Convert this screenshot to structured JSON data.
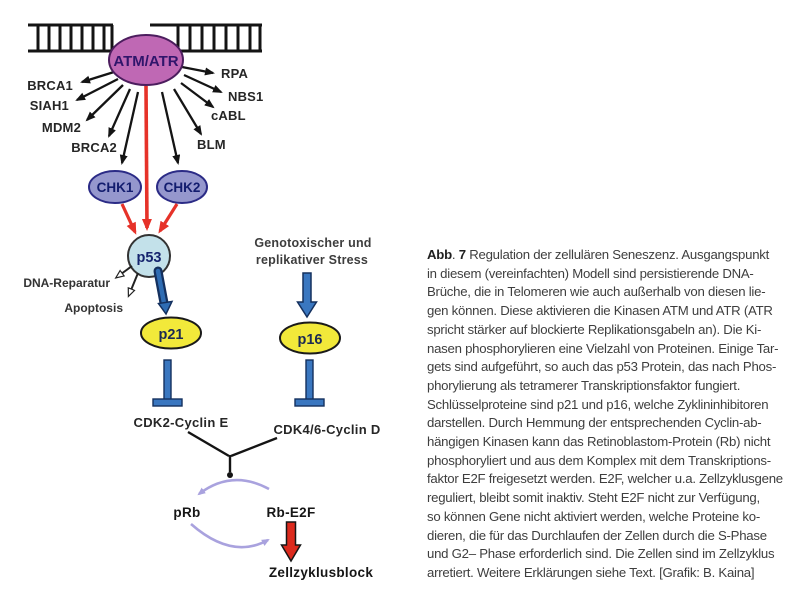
{
  "diagram": {
    "atm_atr": "ATM/ATR",
    "chk1": "CHK1",
    "chk2": "CHK2",
    "p53": "p53",
    "p21": "p21",
    "p16": "p16",
    "targets_left": [
      "BRCA1",
      "SIAH1",
      "MDM2",
      "BRCA2"
    ],
    "targets_right": [
      "RPA",
      "NBS1",
      "cABL",
      "BLM"
    ],
    "dna_repair": "DNA-Reparatur",
    "apoptosis": "Apoptosis",
    "stress_line1": "Genotoxischer und",
    "stress_line2": "replikativer Stress",
    "cdk2": "CDK2-Cyclin E",
    "cdk46": "CDK4/6-Cyclin D",
    "prb": "pRb",
    "rb_e2f": "Rb-E2F",
    "cell_cycle_block": "Zellzyklusblock",
    "colors": {
      "atm_fill": "#bf68b4",
      "chk_fill": "#9597cd",
      "p53_fill": "#c3e1ea",
      "cdk_inhibitor_fill": "#f2e93a",
      "inhibitor_blue": "#3a77c0",
      "signal_red": "#e63229",
      "cycle_lavender": "#a9a2de"
    }
  },
  "caption": {
    "label_bold_1": "Abb",
    "label_sep": ". ",
    "label_bold_2": "7",
    "lines": [
      "Regulation der zellulären Seneszenz. Ausgangspunkt",
      "in diesem (vereinfachten) Modell sind persistierende DNA-",
      "Brüche, die in Telomeren wie auch außerhalb von diesen lie-",
      "gen können. Diese aktivieren die Kinasen ATM und ATR (ATR",
      "spricht stärker auf blockierte Replikationsgabeln an). Die Ki-",
      "nasen phosphorylieren eine Vielzahl von Proteinen. Einige Tar-",
      "gets sind aufgeführt, so auch das p53 Protein, das nach Phos-",
      "phorylierung als tetramerer Transkriptionsfaktor fungiert.",
      "Schlüsselproteine sind p21 und p16, welche Zyklininhibitoren",
      "darstellen. Durch Hemmung der entsprechenden Cyclin-ab-",
      "hängigen Kinasen kann das Retinoblastom-Protein (Rb) nicht",
      "phosphoryliert und aus dem Komplex mit dem Transkriptions-",
      "faktor E2F freigesetzt werden. E2F, welcher u.a. Zellzyklusgene",
      "reguliert, bleibt somit inaktiv. Steht E2F nicht zur Verfügung,",
      "so können Gene nicht aktiviert werden, welche Proteine ko-",
      "dieren, die für das Durchlaufen der Zellen durch die S-Phase",
      "und G2– Phase erforderlich sind. Die Zellen sind im Zellzyklus",
      "arretiert. Weitere Erklärungen siehe Text. [Grafik: B. Kaina]"
    ]
  }
}
